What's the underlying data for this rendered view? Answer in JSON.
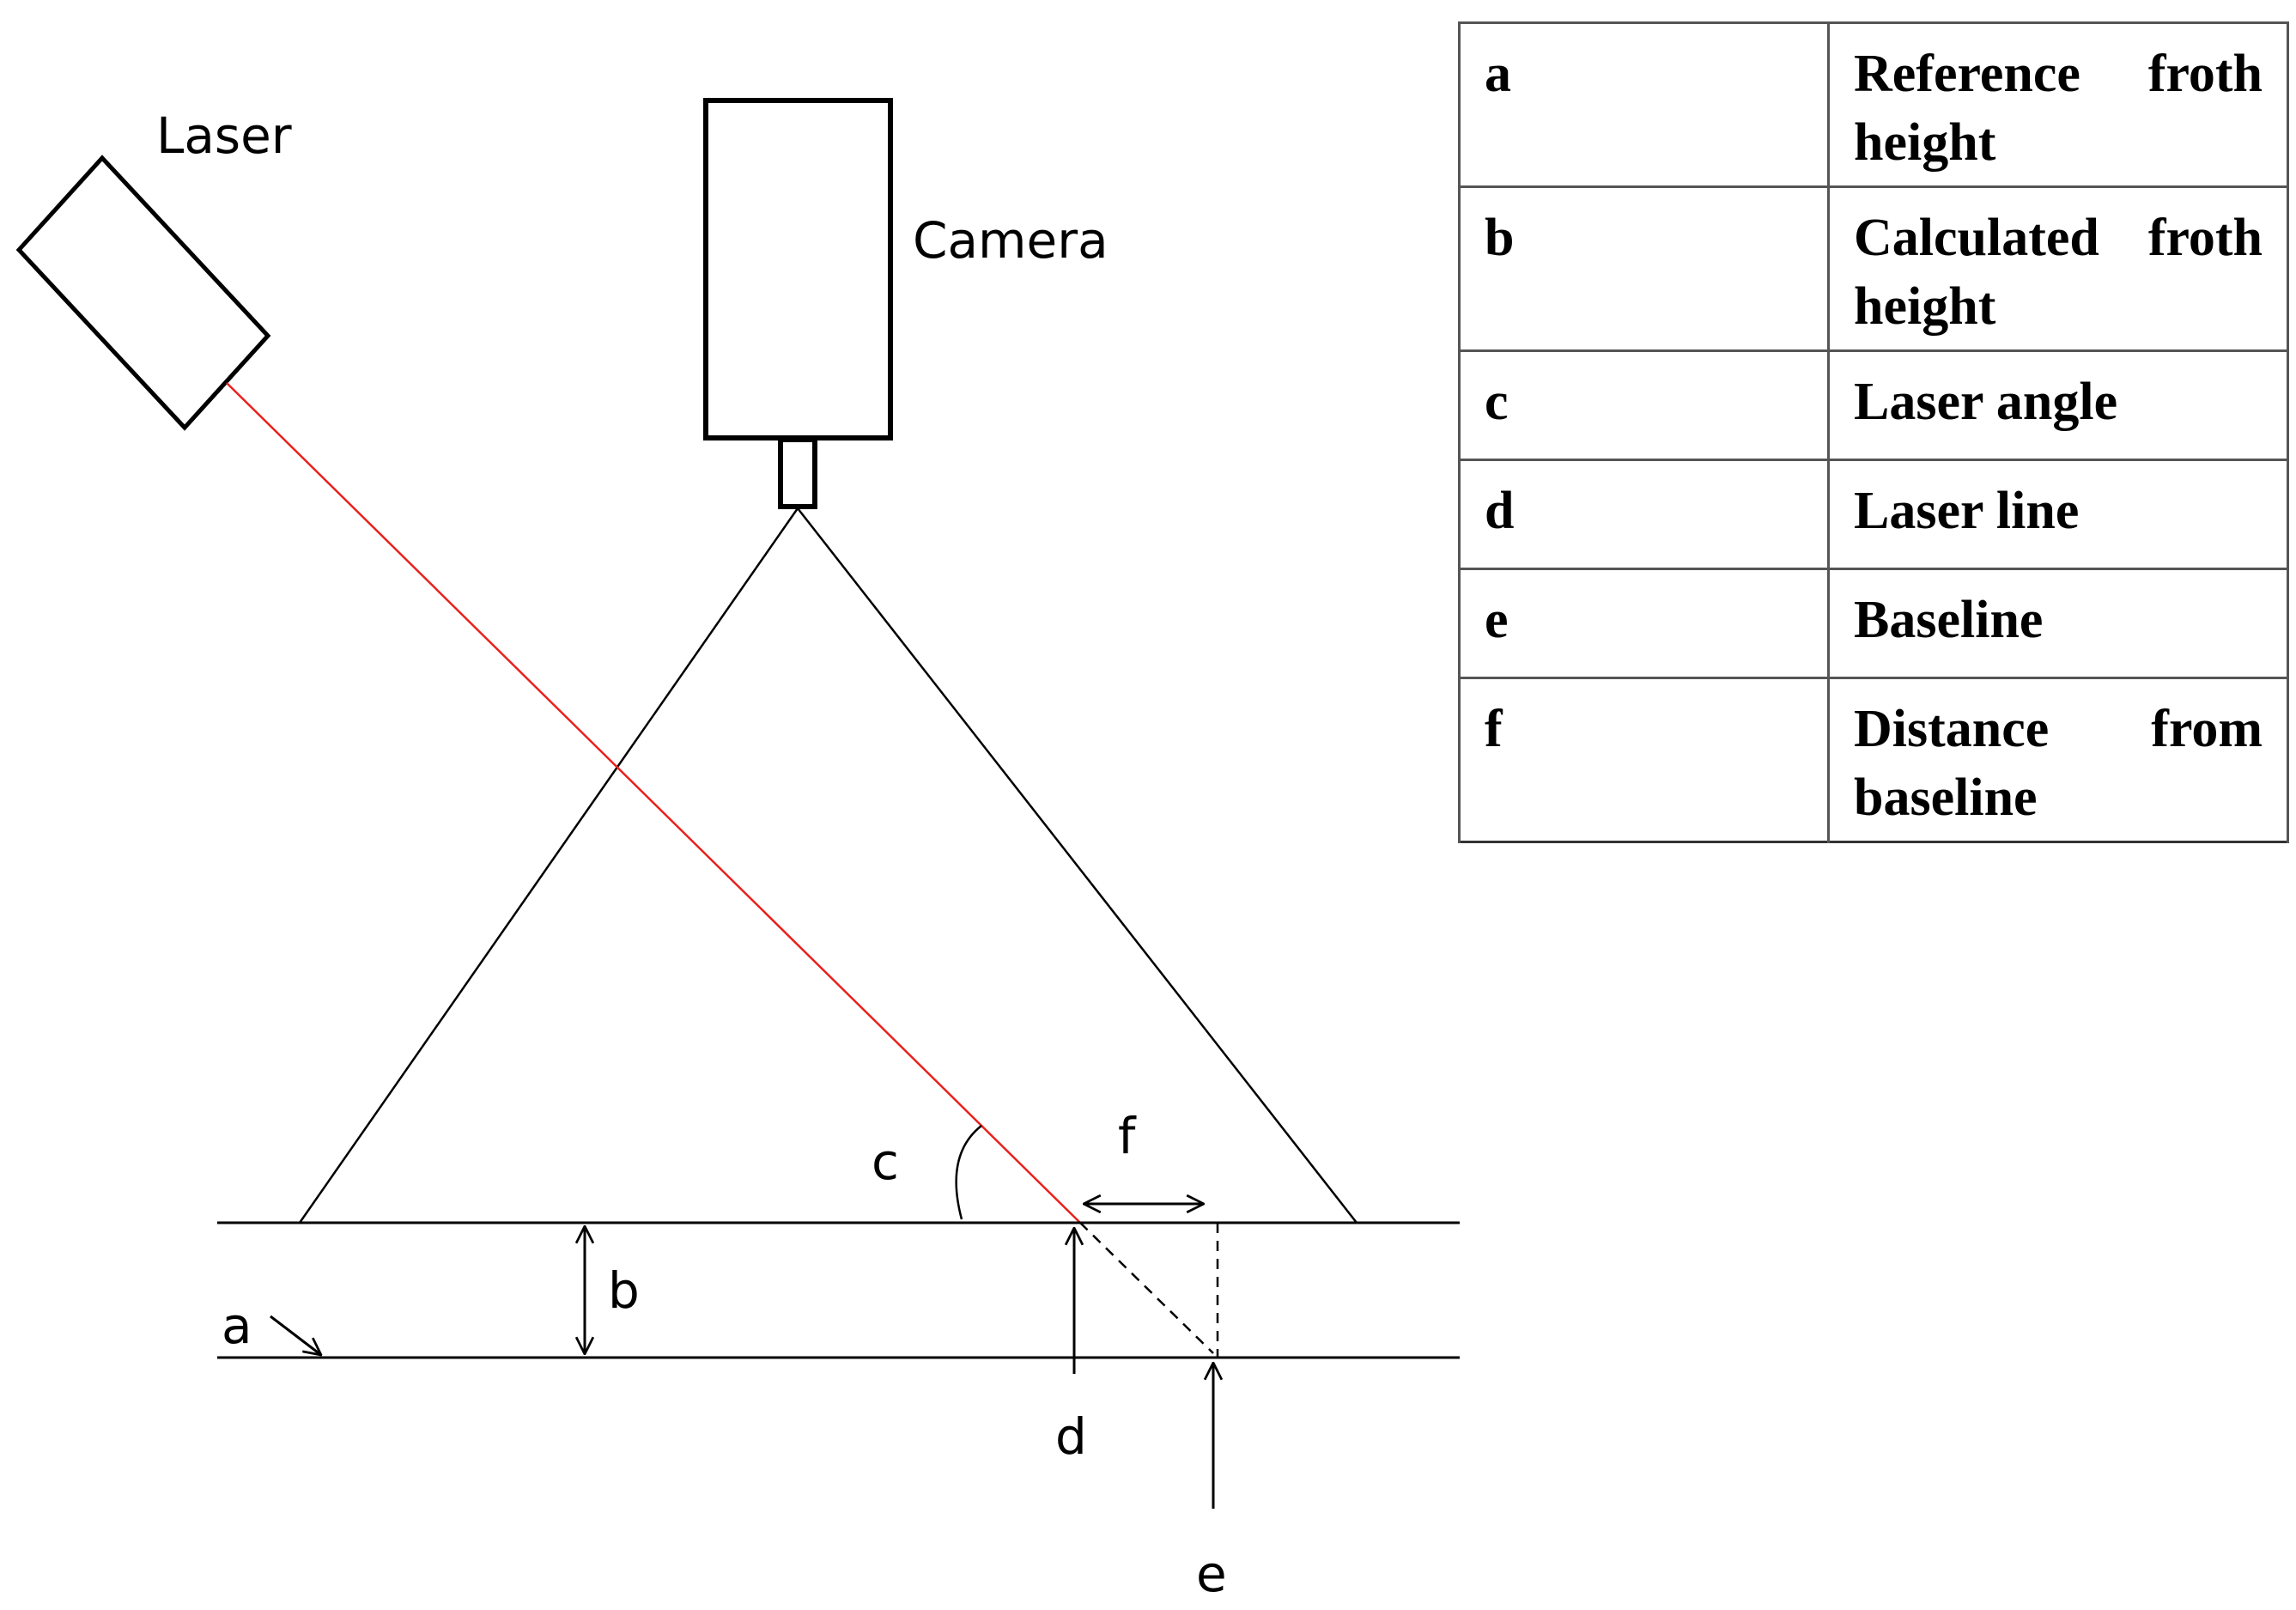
{
  "labels": {
    "laser": "Laser",
    "camera": "Camera",
    "a": "a",
    "b": "b",
    "c": "c",
    "d": "d",
    "e": "e",
    "f": "f"
  },
  "legend": [
    {
      "key": "a",
      "description": "Reference froth height"
    },
    {
      "key": "b",
      "description": "Calculated froth height"
    },
    {
      "key": "c",
      "description": "Laser angle"
    },
    {
      "key": "d",
      "description": "Laser line"
    },
    {
      "key": "e",
      "description": "Baseline"
    },
    {
      "key": "f",
      "description": "Distance from baseline"
    }
  ],
  "colors": {
    "laser_beam": "#e8211c",
    "line": "#000000"
  }
}
